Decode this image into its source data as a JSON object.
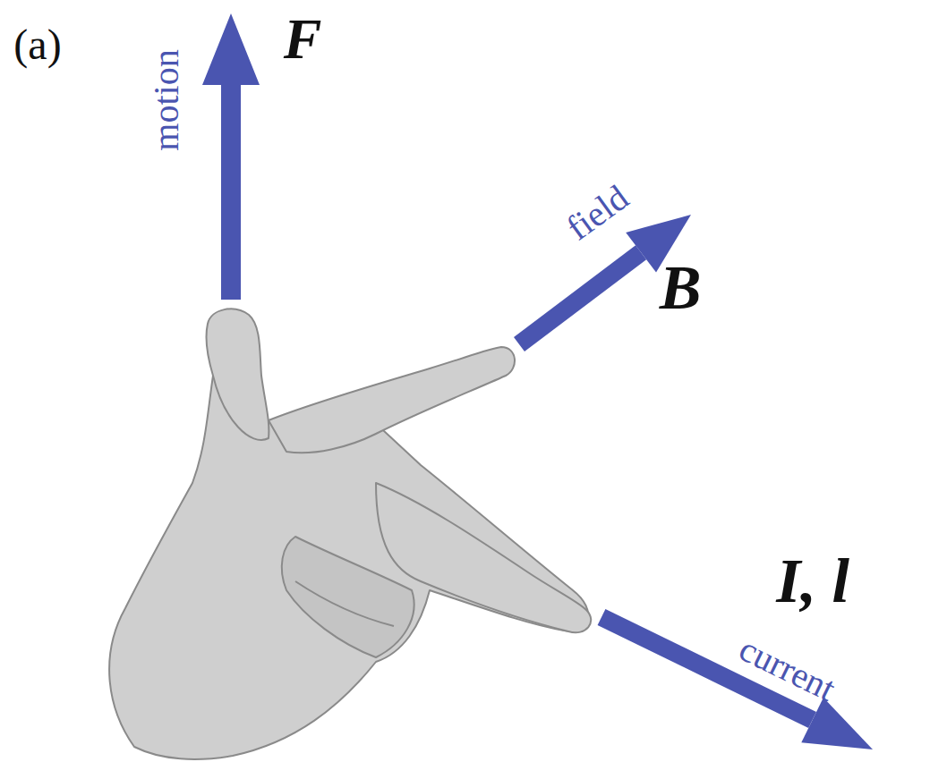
{
  "diagram": {
    "labels": [
      "(a)",
      "F",
      "motion",
      "field",
      "B",
      "I, l",
      "current"
    ]
  }
}
